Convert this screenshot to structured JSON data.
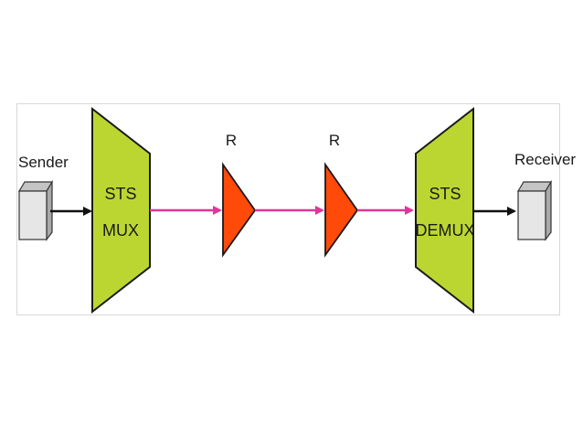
{
  "diagram": {
    "nodes": {
      "sender": {
        "label": "Sender"
      },
      "mux": {
        "line1": "STS",
        "line2": "MUX"
      },
      "repeater1": {
        "label": "R"
      },
      "repeater2": {
        "label": "R"
      },
      "demux": {
        "line1": "STS",
        "line2": "DEMUX"
      },
      "receiver": {
        "label": "Receiver"
      }
    },
    "colors": {
      "mux_fill": "#BCD631",
      "repeater_fill": "#FF4A0A",
      "link_color": "#E0359A",
      "arrow_color": "#111111",
      "terminal_fill": "#E6E6E6"
    }
  }
}
